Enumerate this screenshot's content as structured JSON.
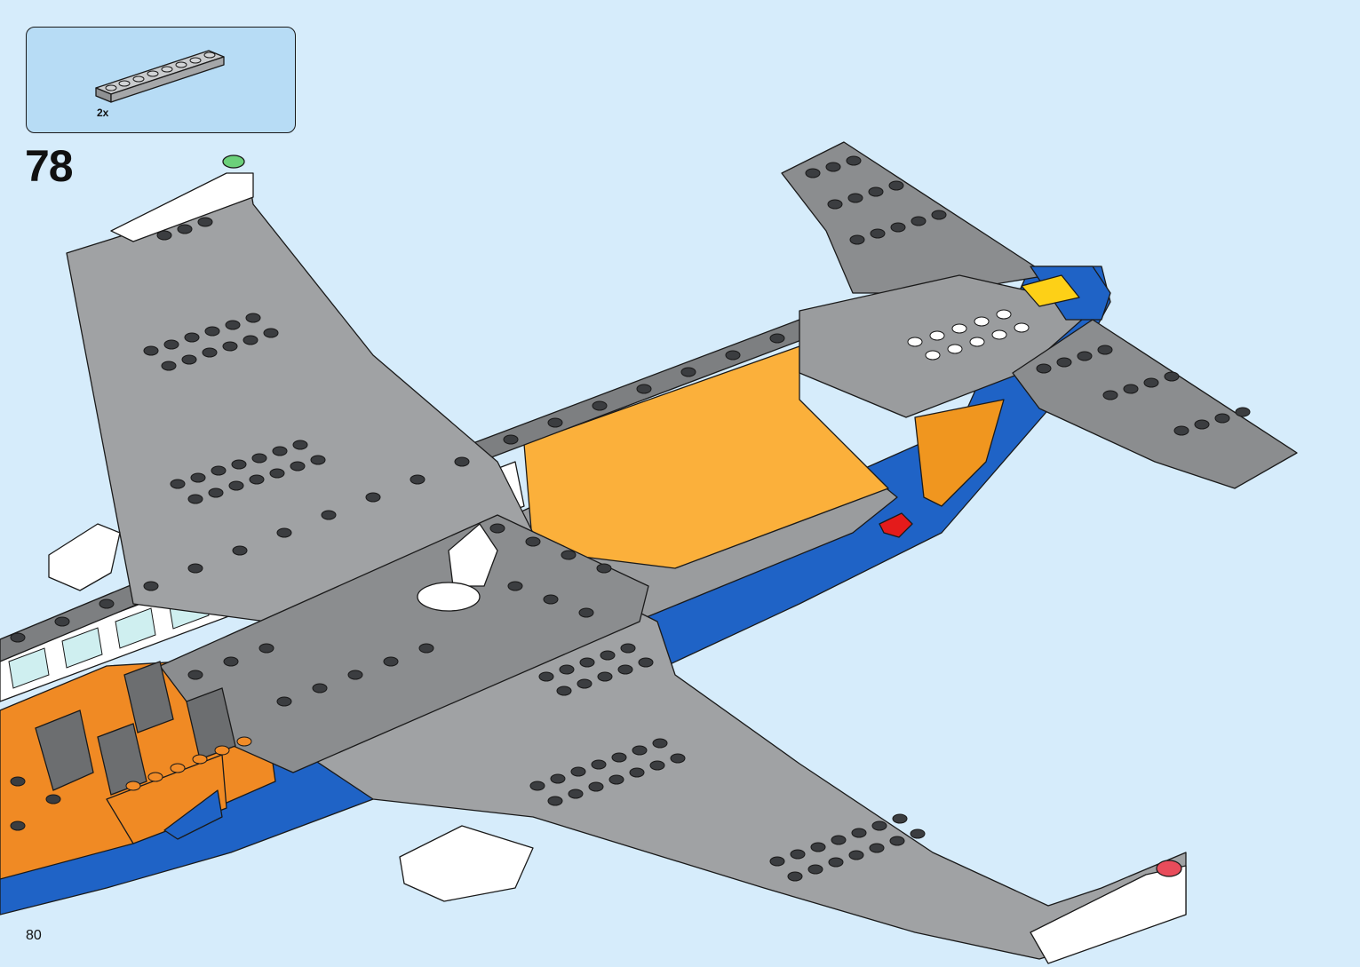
{
  "step": {
    "number": "78",
    "parts": [
      {
        "name": "plate-1x8",
        "color": "#a5a7a9",
        "quantity": "2x"
      }
    ]
  },
  "page": {
    "number": "80"
  },
  "colors": {
    "background": "#d6ecfb",
    "parts_box": "#b7dcf5",
    "grey_plate": "#a0a2a4",
    "dark_grey_stud": "#4a4c4f",
    "fuselage_blue": "#1f63c6",
    "orange": "#f08a24",
    "yellow_orange": "#fbb03b",
    "white": "#ffffff",
    "window_glass": "#cfeff0",
    "green_light": "#6bd07a",
    "red_light": "#e84c5b"
  }
}
